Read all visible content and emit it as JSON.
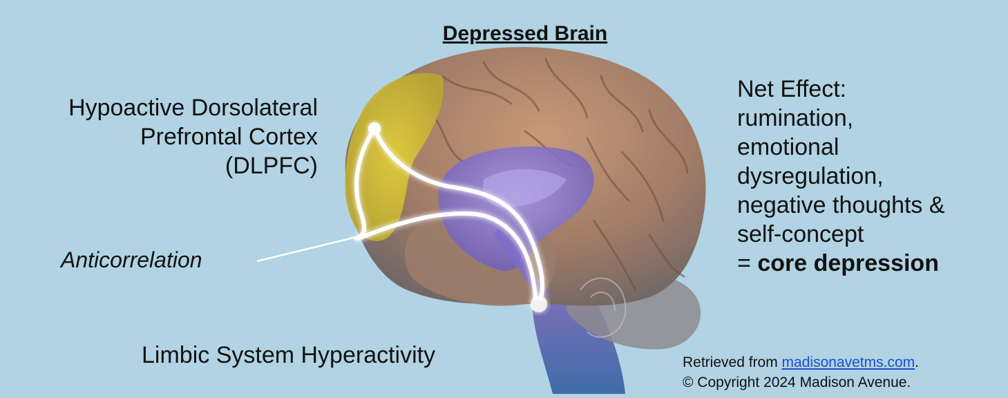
{
  "title": "Depressed Brain",
  "left_label_lines": [
    "Hypoactive Dorsolateral",
    "Prefrontal Cortex",
    "(DLPFC)"
  ],
  "anticorrelation_label": "Anticorrelation",
  "limbic_label": "Limbic System Hyperactivity",
  "net_effect": {
    "lines": [
      "Net Effect:",
      "rumination,",
      "emotional",
      "dysregulation,",
      "negative thoughts &",
      "self-concept"
    ],
    "core_prefix": "= ",
    "core_bold": "core depression"
  },
  "credit": {
    "retrieved_prefix": "Retrieved from ",
    "link_text": "madisonavetms.com",
    "retrieved_suffix": ".",
    "copyright": "© Copyright 2024 Madison Avenue."
  },
  "colors": {
    "background": "#b1d3e3",
    "cortex": "#a6826a",
    "dlpfc": "#d9c23a",
    "limbic": "#8b7ad6",
    "pathway": "#ffffff"
  }
}
